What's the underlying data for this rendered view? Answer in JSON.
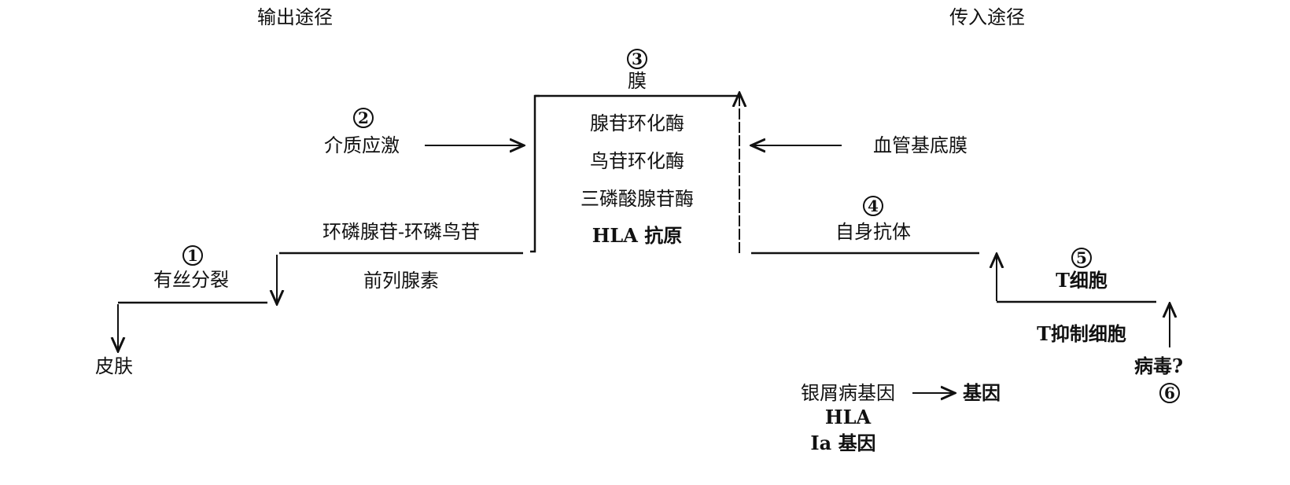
{
  "headings": {
    "output_pathway": "输出途径",
    "input_pathway": "传入途径"
  },
  "markers": {
    "m1": "1",
    "m2": "2",
    "m3": "3",
    "m4": "4",
    "m5": "5",
    "m6": "6"
  },
  "nodes": {
    "membrane": "膜",
    "membrane_items": [
      "腺苷环化酶",
      "鸟苷环化酶",
      "三磷酸腺苷酶",
      "HLA 抗原"
    ],
    "mediator_stress": "介质应激",
    "vascular_basement_membrane": "血管基底膜",
    "camp_cgmp": "环磷腺苷-环磷鸟苷",
    "prostaglandin": "前列腺素",
    "mitosis": "有丝分裂",
    "skin": "皮肤",
    "autoantibody": "自身抗体",
    "t_cell": "T细胞",
    "t_suppressor": "T抑制细胞",
    "virus": "病毒?",
    "psoriasis_gene": "银屑病基因",
    "gene": "基因",
    "hla": "HLA",
    "ia_gene": "Ia 基因"
  }
}
